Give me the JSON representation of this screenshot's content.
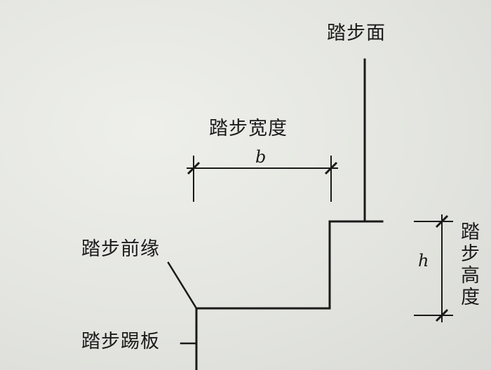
{
  "labels": {
    "tread_surface": "踏步面",
    "tread_width": "踏步宽度",
    "tread_width_symbol": "b",
    "nosing": "踏步前缘",
    "riser": "踏步踢板",
    "step_height": "踏步高度",
    "step_height_symbol": "h"
  },
  "colors": {
    "line": "#1a1a1a",
    "paper": "#e6e7e2"
  }
}
